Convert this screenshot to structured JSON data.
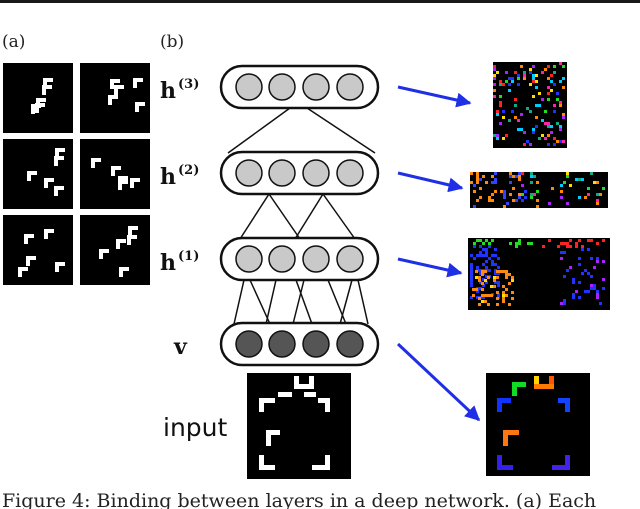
{
  "figure": {
    "panel_a_label": "(a)",
    "panel_b_label": "(b)",
    "layers": [
      {
        "name": "h",
        "sup": "(3)"
      },
      {
        "name": "h",
        "sup": "(2)"
      },
      {
        "name": "h",
        "sup": "(1)"
      },
      {
        "name": "v",
        "sup": ""
      }
    ],
    "input_label": "input",
    "caption_fragment": "Figure 4: Binding between layers in a deep network. (a) Each",
    "colors": {
      "hidden_unit_fill": "#c9c9c9",
      "visible_unit_fill": "#555555",
      "arrow_color": "#1f2fe6",
      "background_black": "#000000"
    }
  }
}
